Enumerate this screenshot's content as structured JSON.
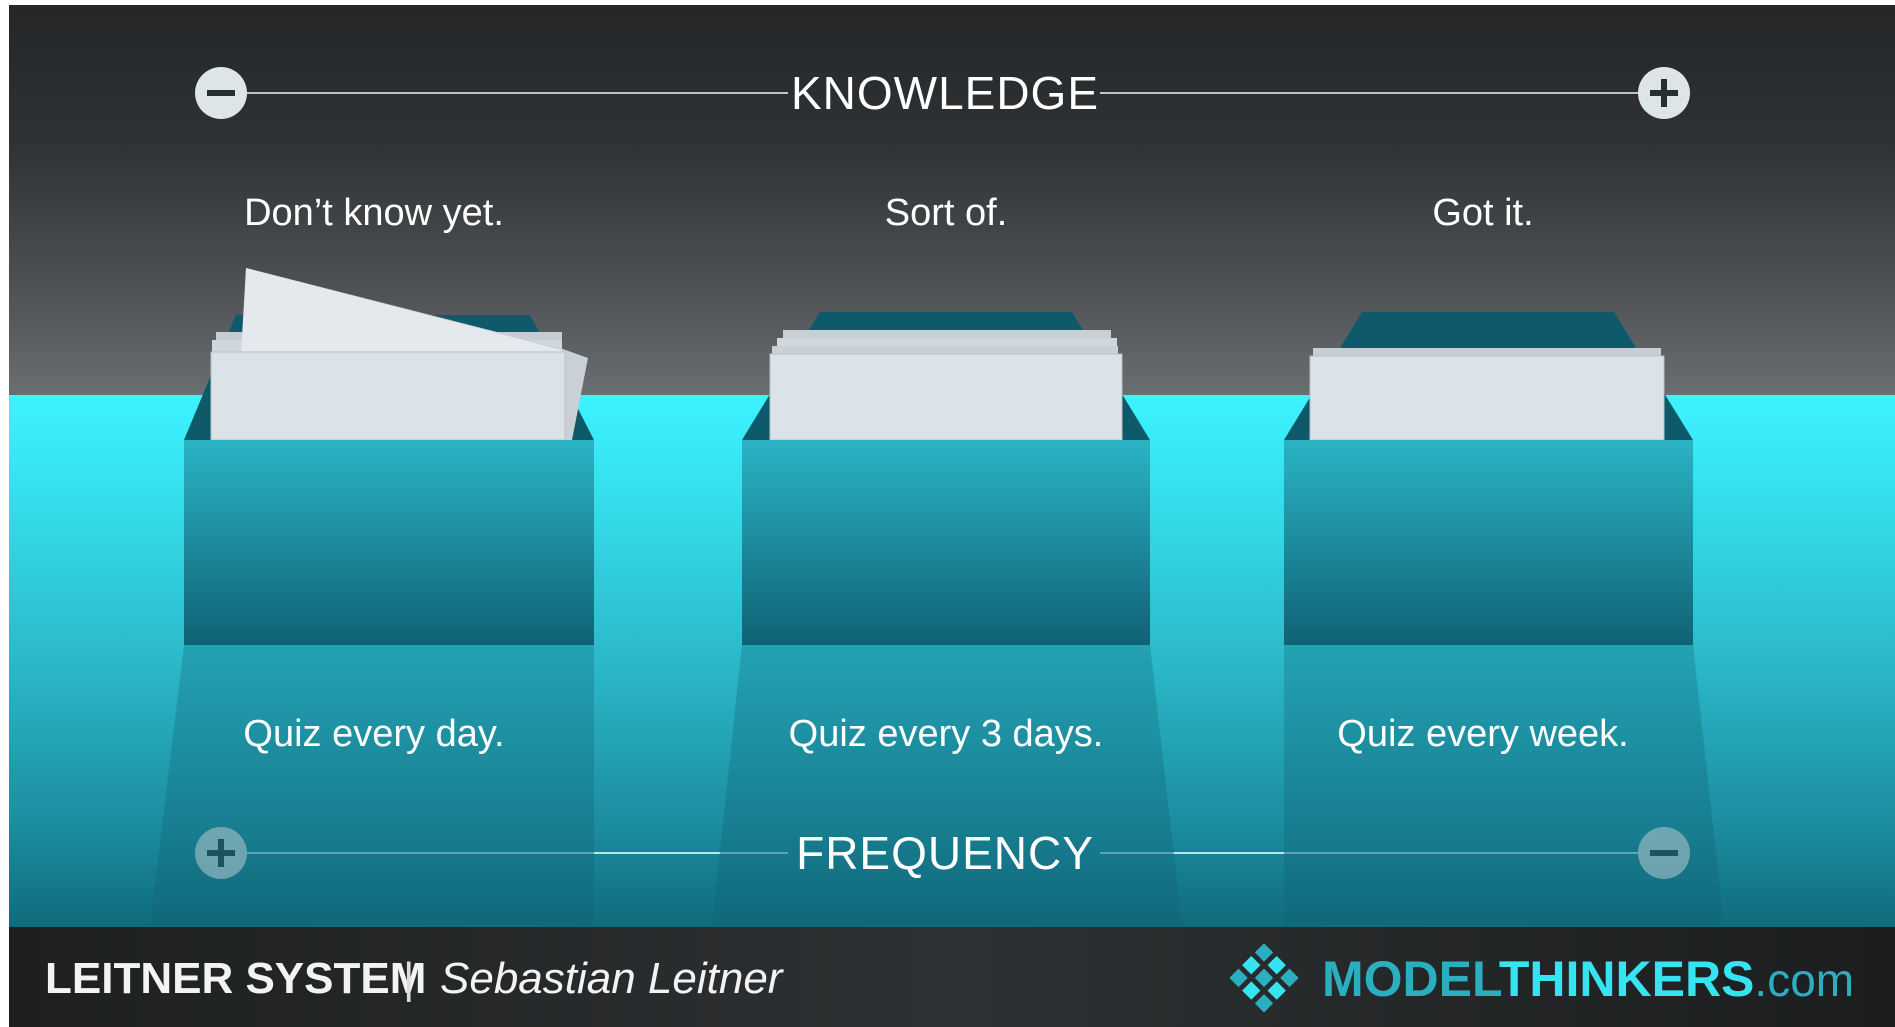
{
  "knowledge": {
    "title": "KNOWLEDGE",
    "left_icon": "minus-circle-icon",
    "right_icon": "plus-circle-icon"
  },
  "frequency": {
    "title": "FREQUENCY",
    "left_icon": "plus-circle-icon",
    "right_icon": "minus-circle-icon"
  },
  "boxes": [
    {
      "knowledge_label": "Don’t know yet.",
      "quiz_label": "Quiz every day."
    },
    {
      "knowledge_label": "Sort of.",
      "quiz_label": "Quiz every 3 days."
    },
    {
      "knowledge_label": "Got it.",
      "quiz_label": "Quiz every week."
    }
  ],
  "footer": {
    "title": "LEITNER SYSTEM",
    "separator": "|",
    "author": "Sebastian Leitner",
    "brand_part1": "MODEL",
    "brand_part2": "THINKERS",
    "brand_part3": ".com",
    "brand_icon": "diamond-grid-logo-icon"
  },
  "colors": {
    "cyan": "#3df3ff",
    "teal_dark": "#0e5f6f",
    "card": "#dbe3e8",
    "brand_teal": "#2aaec0"
  }
}
